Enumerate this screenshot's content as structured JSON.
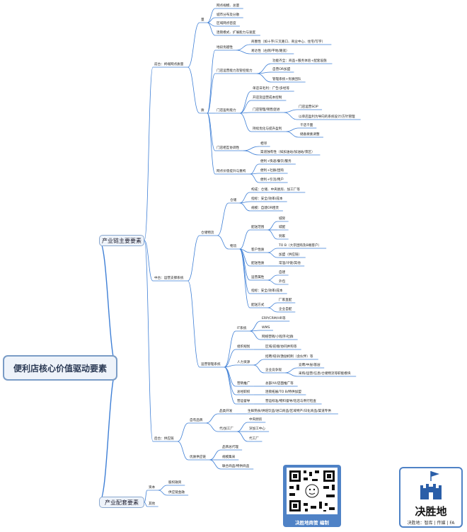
{
  "diagram": {
    "root": "便利店核心价值驱动要素",
    "branches": [
      "产业链主要要素",
      "产业配套要素"
    ],
    "nodes": [
      "前台：终端网点质量",
      "量",
      "网点规模、总量",
      "城市分布及分散",
      "区域网点密度",
      "连锁模式、扩展能力与速度",
      "质",
      "地段优越性",
      "商圈性（如十字/三叉路口、商业中心、住宅/写字）",
      "易达性（右侧/平地/路宽）",
      "门店运营能力及管控能力",
      "功能齐全：商品+服务体验+配套设施",
      "自营OR加盟",
      "管理系统+优质团队",
      "门店盈利能力",
      "单店日毛利：广告/多经等",
      "开店及运营成本控制",
      "门店管理/销售促进",
      "门店运营SOP",
      "以单店盈利为导向的系统设计/方针管理",
      "持续优化与提升盈利",
      "千店千面",
      "储备要素调整",
      "门店相互协调性",
      "相邻",
      "渠道独有性（如加油站/加油站/景区）",
      "网点价值提升与重构",
      "便利+快递/餐饮/服务",
      "便利+社群/团购",
      "便利+引流/用户",
      "中台：运营支撑系统",
      "仓储物流",
      "仓储",
      "构成：仓储、中央厨房、加工厂等",
      "指标：安全/效率/成本",
      "规模：自建OR租赁",
      "物流",
      "配送范围",
      "城际",
      "城配",
      "到家",
      "客户性质",
      "TO B（大宗团购及B端客户）",
      "加盟（供应链）",
      "配送性质",
      "常温/冷链/其他",
      "运营属性",
      "自建",
      "外包",
      "指标：安全/效率/成本",
      "配送方式",
      "厂家直配",
      "企业自配",
      "运营管理系统",
      "IT系统",
      "ERP/CRM/HR等",
      "WMS",
      "网络营销/小程序/社群",
      "组织规划",
      "区域/前端/协同并购等",
      "人力资源",
      "招聘/培训/激励机制（含伙伴）等",
      "企业竞争观",
      "竞聘/中层/基层",
      "采购/运营/信息/仓储物流等职能模块",
      "营销推广",
      "总部/VI/店面推广等",
      "总经职权",
      "连锁拓展/TO B/特供加盟",
      "营运督导",
      "营运标准/物料督导/巡店与例行检查",
      "后台：供应链",
      "自有品牌",
      "品类开发",
      "生鲜熟食/烘焙饮品/进口商品/区域特产/日化商品/渠道专供",
      "代/加工厂",
      "中央厨房",
      "深加工中心",
      "代工厂",
      "优质供应链",
      "品牌总代理",
      "规模集采",
      "联合商品/特供商品",
      "资本",
      "股权融资",
      "供应链金融",
      "其他"
    ]
  },
  "qr_card": {
    "caption": "决胜地商管 编制"
  },
  "logo": {
    "name": "决胜地",
    "tagline": "决胜地：智库 | 传媒 | FA"
  },
  "colors": {
    "line": "#3e7fd6",
    "accent": "#4f82c6",
    "box_border": "#8aa8cf",
    "box_fill": "#eef3fa"
  }
}
